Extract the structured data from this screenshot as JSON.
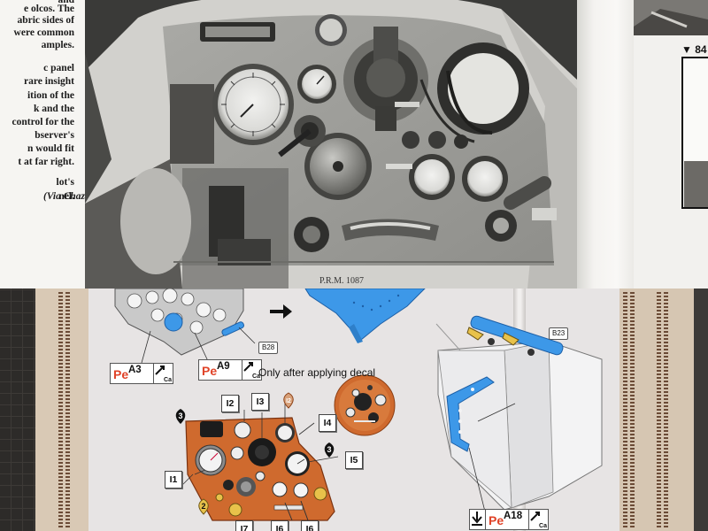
{
  "book": {
    "caption_lines": [
      "and",
      "e olcos. The",
      "abric sides of",
      "were common",
      "amples.",
      "",
      "c panel",
      "rare insight",
      "ition of the",
      "k and the",
      "control for the",
      "bserver's",
      "n would fit",
      "t at far right.",
      "",
      "lot's",
      "nel."
    ],
    "credit": "(Via Chaz",
    "photo_marking": "P.R.M. 1087",
    "next_page_caption": "▼ 84"
  },
  "instructions": {
    "parts": [
      {
        "prefix": "Pe",
        "code": "A3",
        "tool": "Ca"
      },
      {
        "prefix": "Pe",
        "code": "A9",
        "tool": "Ca"
      },
      {
        "prefix": "Pe",
        "code": "A18",
        "tool": "Ca"
      }
    ],
    "callouts": [
      "B28",
      "B23"
    ],
    "note": "Only after applying decal",
    "instrument_labels": [
      "I2",
      "I3",
      "I2",
      "I4",
      "I5",
      "I1",
      "I7",
      "I6",
      "I6"
    ],
    "warning_marks": [
      "3",
      "3",
      "2"
    ]
  },
  "colors": {
    "pe_red": "#e04328",
    "part_blue": "#3d98e8",
    "panel_orange": "#cf6a2e",
    "sheet_bg": "#e7e4e4"
  }
}
